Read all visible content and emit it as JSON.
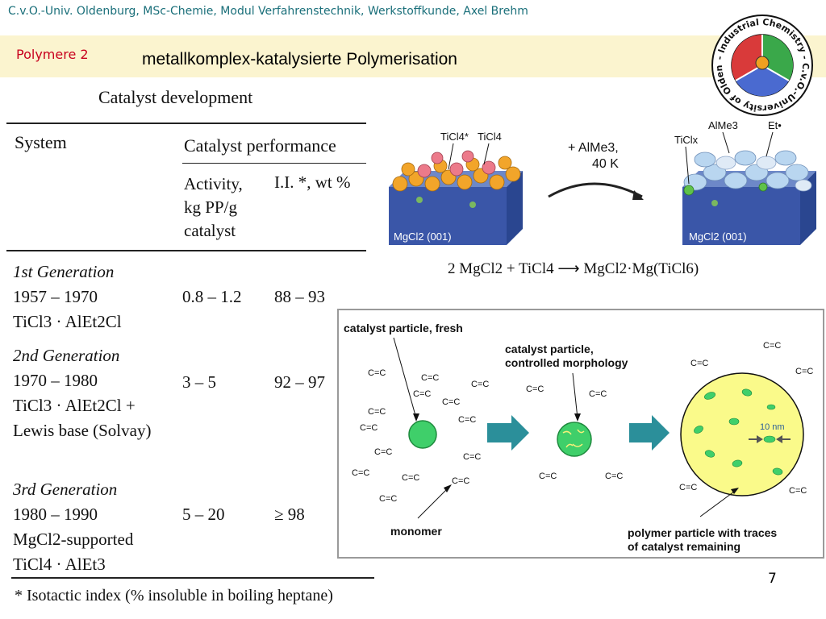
{
  "header": {
    "text": "C.v.O.-Univ. Oldenburg, MSc-Chemie, Modul Verfahrenstechnik, Werkstoffkunde, Axel Brehm"
  },
  "topic": "Polymere 2",
  "title": "metallkomplex-katalysierte Polymerisation",
  "logo": {
    "ring_text": "- Industrial Chemistry - C.v.O.-University of Oldenburg",
    "colors": [
      "#d93a3a",
      "#3aa84a",
      "#4a6ad0"
    ]
  },
  "table": {
    "caption": "Catalyst development",
    "col_system": "System",
    "col_performance": "Catalyst performance",
    "col_activity": "Activity,\nkg PP/g\ncatalyst",
    "col_ii": "I.I. *, wt %",
    "rows": [
      {
        "generation": "1st Generation",
        "years": "1957 – 1970",
        "system": "TiCl3 · AlEt2Cl",
        "activity": "0.8 – 1.2",
        "ii": "88 – 93"
      },
      {
        "generation": "2nd Generation",
        "years": "1970 – 1980",
        "system": "TiCl3 · AlEt2Cl +",
        "system2": "Lewis base (Solvay)",
        "activity": "3 – 5",
        "ii": "92 – 97"
      },
      {
        "generation": "3rd Generation",
        "years": "1980 – 1990",
        "system": "MgCl2-supported",
        "system2": "TiCl4 · AlEt3",
        "activity": "5 – 20",
        "ii": "≥ 98"
      }
    ],
    "footnote": "* Isotactic index (% insoluble in boiling heptane)"
  },
  "mechanism": {
    "left_labels": [
      "TiCl4*",
      "TiCl4"
    ],
    "left_base": "MgCl2 (001)",
    "arrow_label": "+ AlMe3,\n40 K",
    "right_labels": [
      "AlMe3",
      "Et•",
      "TiClx"
    ],
    "right_base": "MgCl2 (001)",
    "equation": "2 MgCl2 + TiCl4 ⟶ MgCl2·Mg(TiCl6)"
  },
  "schematic": {
    "label_fresh": "catalyst particle, fresh",
    "label_controlled": "catalyst particle,\ncontrolled morphology",
    "label_monomer": "monomer",
    "label_polymer": "polymer particle with traces\nof catalyst remaining",
    "scale_label": "10 nm",
    "monomer_text": "C=C"
  },
  "page_number": "7"
}
